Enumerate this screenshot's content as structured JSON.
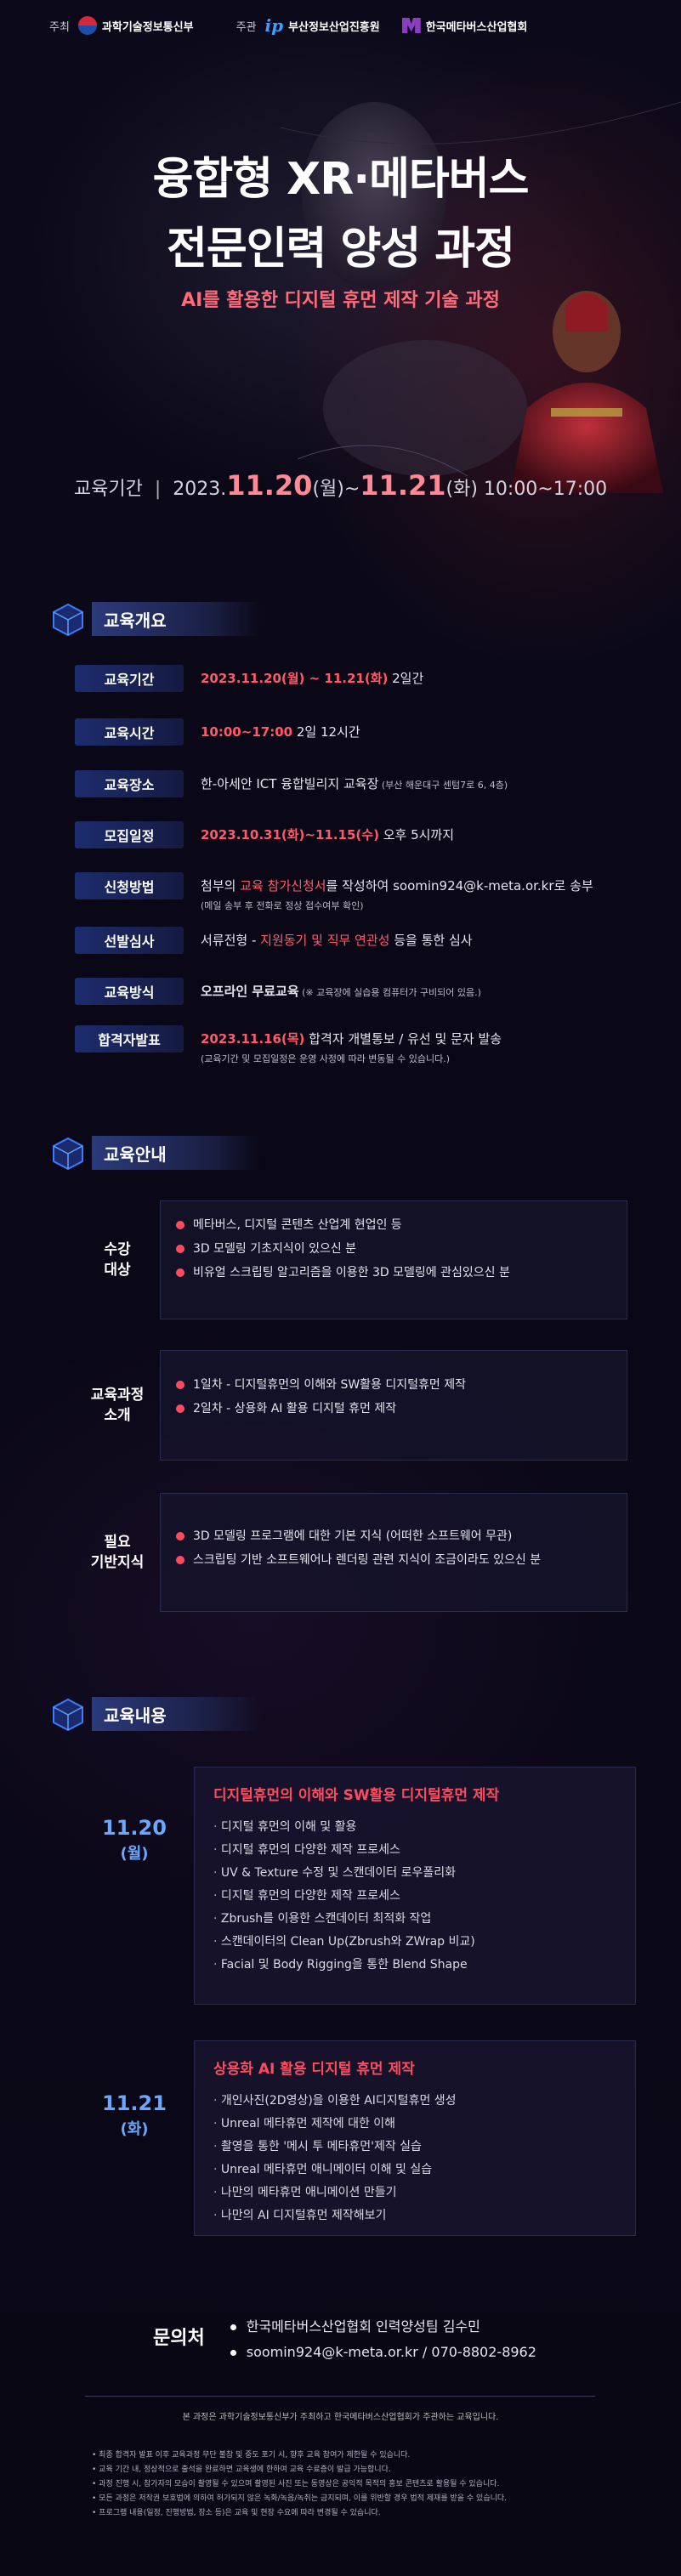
{
  "header": {
    "host_label": "주최",
    "host_org": "과학기술정보통신부",
    "organizer_label": "주관",
    "organizer_org": "부산정보산업진흥원",
    "organizer_org2": "한국메타버스산업협회"
  },
  "hero": {
    "title_line1": "융합형 XR·메타버스",
    "title_line2": "전문인력 양성 과정",
    "subtitle": "AI를 활용한 디지털 휴먼 제작 기술 과정",
    "period_label": "교육기간",
    "period_sep": "|",
    "period_year": "2023.",
    "period_start": "11.20",
    "period_start_day": "(월)~",
    "period_end": "11.21",
    "period_end_day": "(화)",
    "period_time": "10:00~17:00"
  },
  "overview": {
    "heading": "교육개요",
    "rows": [
      {
        "label": "교육기간",
        "value_red": "2023.11.20(월) ~ 11.21(화)",
        "value": " 2일간"
      },
      {
        "label": "교육시간",
        "value_red": "10:00~17:00",
        "value": " 2일 12시간"
      },
      {
        "label": "교육장소",
        "value_bold": "한-아세안 ICT 융합빌리지 교육장",
        "value_small": " (부산 해운대구 센텀7로 6, 4층)"
      },
      {
        "label": "모집일정",
        "value_red": "2023.10.31(화)~11.15(수)",
        "value": " 오후 5시까지"
      },
      {
        "label": "신청방법",
        "value_pre": "첨부의 ",
        "value_red": "교육 참가신청서",
        "value": "를 작성하여 soomin924@k-meta.or.kr로 송부",
        "value_small": "(메일 송부 후 전화로 정상 접수여부 확인)"
      },
      {
        "label": "선발심사",
        "value_pre": "서류전형 - ",
        "value_red": "지원동기 및 직무 연관성",
        "value": " 등을 통한 심사"
      },
      {
        "label": "교육방식",
        "value_bold": "오프라인 무료교육",
        "value_small": " (※ 교육장에 실습용 컴퓨터가 구비되어 있음.)"
      },
      {
        "label": "합격자발표",
        "value_red": "2023.11.16(목)",
        "value": " 합격자 개별통보 / 유선 및 문자 발송",
        "value_small": "(교육기간 및 모집일정은 운영 사정에 따라 변동될 수 있습니다.)"
      }
    ]
  },
  "guide": {
    "heading": "교육안내",
    "rows": [
      {
        "label1": "수강",
        "label2": "대상",
        "items": [
          "메타버스, 디지털 콘텐츠 산업계 현업인 등",
          "3D 모델링 기초지식이 있으신 분",
          "비유얼 스크립팅 알고리즘을 이용한 3D 모델링에 관심있으신 분"
        ]
      },
      {
        "label1": "교육과정",
        "label2": "소개",
        "items": [
          "1일차 - 디지털휴먼의 이해와 SW활용 디지털휴먼 제작",
          "2일차 - 상용화 AI 활용 디지털 휴먼 제작"
        ]
      },
      {
        "label1": "필요",
        "label2": "기반지식",
        "items": [
          "3D 모델링 프로그램에 대한 기본 지식 (어떠한 소프트웨어 무관)",
          "스크립팅 기반 소프트웨어나 렌더링 관련 지식이 조금이라도 있으신 분"
        ]
      }
    ]
  },
  "content": {
    "heading": "교육내용",
    "days": [
      {
        "date": "11.20",
        "weekday": "(월)",
        "title": "디지털휴먼의 이해와 SW활용 디지털휴먼 제작",
        "items": [
          "디지털 휴먼의 이해 및 활용",
          "디지털 휴먼의 다양한 제작 프로세스",
          "UV & Texture 수정 및 스캔데이터 로우폴리화",
          "디지털 휴먼의 다양한 제작 프로세스",
          "Zbrush를 이용한 스캔데이터 최적화 작업",
          "스캔데이터의 Clean Up(Zbrush와 ZWrap 비교)",
          "Facial 및 Body Rigging을 통한 Blend Shape"
        ]
      },
      {
        "date": "11.21",
        "weekday": "(화)",
        "title": "상용화 AI 활용 디지털 휴먼 제작",
        "items": [
          "개인사진(2D영상)을 이용한 AI디지털휴먼 생성",
          "Unreal 메타휴먼 제작에 대한 이해",
          "촬영을 통한 '메시 투 메타휴먼'제작 실습",
          "Unreal 메타휴먼 애니메이터 이해 및 실습",
          "나만의 메타휴먼 애니메이션 만들기",
          "나만의 AI 디지털휴먼 제작해보기"
        ]
      }
    ]
  },
  "contact": {
    "title": "문의처",
    "line1": "한국메타버스산업협회 인력양성팀 김수민",
    "line2": "soomin924@k-meta.or.kr / 070-8802-8962"
  },
  "footer": {
    "main": "본 과정은 과학기술정보통신부가 주최하고 한국메타버스산업협회가 주관하는 교육입니다.",
    "notes": [
      "최종 합격자 발표 이후 교육과정 무단 불참 및 중도 포기 시, 향후 교육 참여가 제한될 수 있습니다.",
      "교육 기간 내, 정상적으로 출석을 완료하면 교육생에 한하여 교육 수료증이 발급 가능합니다.",
      "과정 진행 시, 참가자의 모습이 촬영될 수 있으며 촬영된 사진 또는 동영상은 공익적 목적의 홍보 콘텐츠로 활용될 수 있습니다.",
      "모든 과정은 저작권 보호법에 의하여 허가되지 않은 녹화/녹음/녹취는 금지되며, 이를 위반할 경우 법적 제재를 받을 수 있습니다.",
      "프로그램 내용(일정, 진행방법, 장소 등)은 교육 및 현장 수요에 따라 변경될 수 있습니다."
    ]
  },
  "colors": {
    "accent_red": "#ff4b5e",
    "accent_blue": "#6aa8ff",
    "label_bg": "#1d2c6e"
  }
}
